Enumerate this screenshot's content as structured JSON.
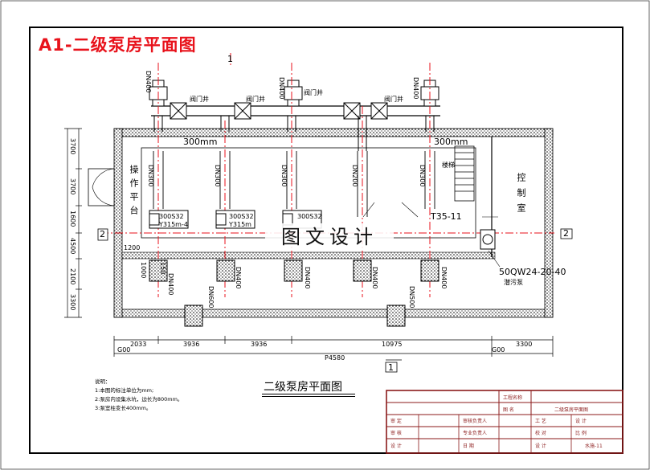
{
  "title": "A1-二级泵房平面图",
  "drawing_title": "二级泵房平面图",
  "watermark": "图文设计",
  "notes": {
    "heading": "说明：",
    "lines": [
      "1:本图的标注单位为mm;",
      "2:泵房内设集水坑，边长为800mm。",
      "3:泵室柱变长400mm。"
    ]
  },
  "labels": {
    "op_platform": "操作平台",
    "control_room": "控制室",
    "wall_300_left": "300mm",
    "wall_300_right": "300mm",
    "pump_model_a": "300S32",
    "pump_motor_a": "Y315m-4",
    "pump_model_b": "300S32",
    "pump_motor_b": "Y315m",
    "pump_model_c": "300S32",
    "aux_pump": "T35-11",
    "drain_pump": "50QW24-20-40",
    "drain_pump_cn": "潜污泵",
    "section_1": "1",
    "section_2": "2",
    "dn300": "DN300",
    "dn400": "DN400",
    "dn600": "DN600",
    "dn500": "DN500",
    "dn200": "DN200",
    "gate_well": "阀门井",
    "stair": "楼梯",
    "p_total": "P4580",
    "dims_bottom": [
      "2033",
      "3936",
      "3936",
      "10975",
      "3300"
    ],
    "dim_axis_left": "G00",
    "dim_axis_right": "G00",
    "dims_left": [
      "3700",
      "3700",
      "1600",
      "4500",
      "2100",
      "3300"
    ],
    "dim_1200": "1200",
    "dim_1000": "1000",
    "dim_150": "150"
  },
  "title_block": {
    "row1": [
      "工程名称",
      ""
    ],
    "row2": [
      "图 名",
      "二级泵房平面图"
    ],
    "row3": [
      "审 定",
      "",
      "审核负责人",
      "",
      "工 艺",
      "设 计"
    ],
    "row4": [
      "审 核",
      "",
      "专业负责人",
      "",
      "校 对",
      "比 例"
    ],
    "row5": [
      "设 计",
      "",
      "日 期",
      "",
      "设 计",
      "水施-11"
    ]
  },
  "colors": {
    "red": "#e8121b",
    "black": "#000000"
  }
}
